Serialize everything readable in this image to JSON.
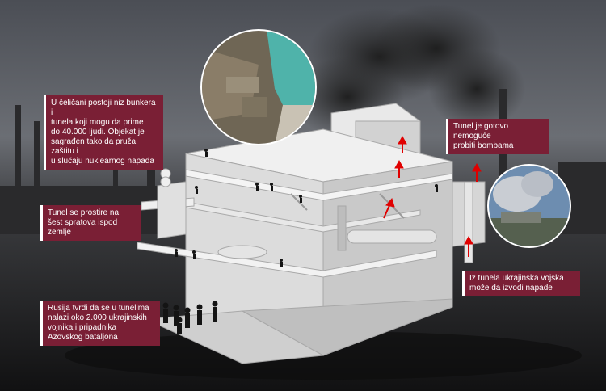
{
  "colors": {
    "accent": "#7a1f35",
    "arrow": "#e00000",
    "building": "#d9d9d9"
  },
  "labels": {
    "bunkers": "U čeličani postoji niz bunkera i\ntunela koji mogu da prime\ndo 40.000 ljudi. Objekat je\nsagrađen tako da pruža zaštitu i\nu slučaju nuklearnog napada",
    "tunnel_floors": "Tunel se prostire na\nšest spratova ispod zemlje",
    "russia_claims": "Rusija tvrdi da se u tunelima\nnalazi oko 2.000 ukrajinskih\nvojnika i pripadnika\nAzovskog bataljona",
    "bombs": "Tunel je gotovo nemoguće\nprobiti bombama",
    "attacks": "Iz tunela ukrajinska vojska\nmože da izvodi napade"
  },
  "icons": [
    "satellite-photo-icon",
    "smoke-photo-icon",
    "soldier-icon",
    "up-arrow-icon"
  ]
}
